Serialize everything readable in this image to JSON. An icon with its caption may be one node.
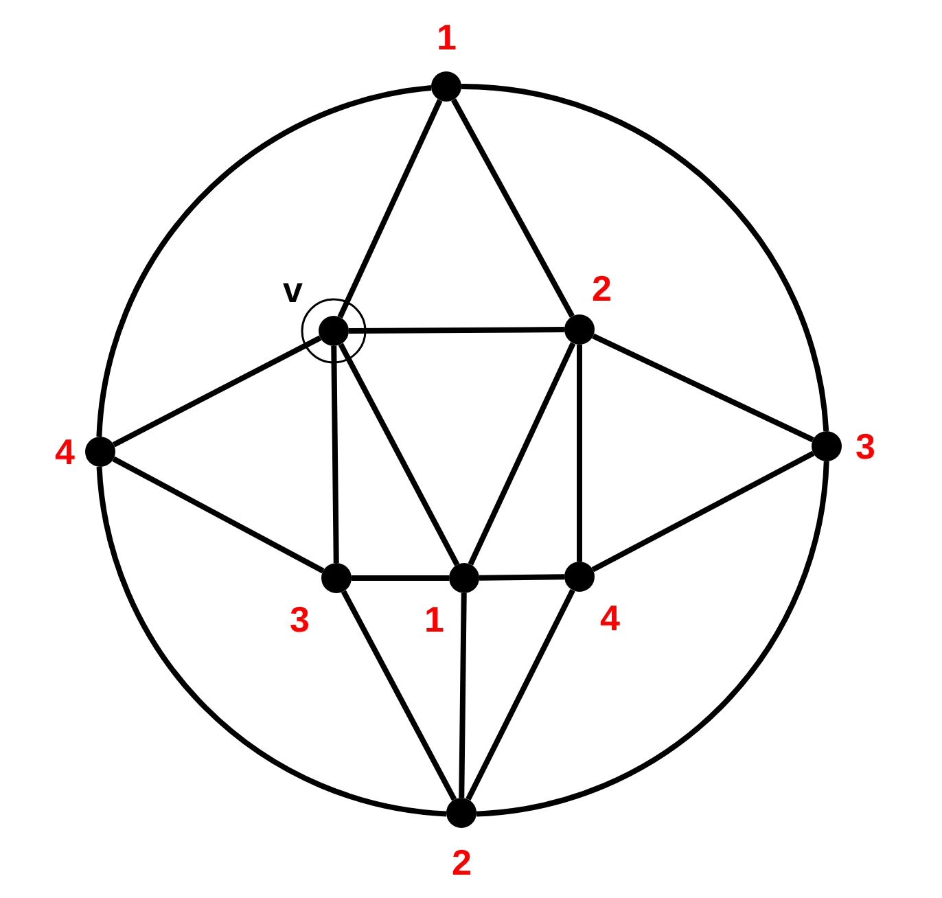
{
  "diagram": {
    "nodes": [
      {
        "text": [],
        "shape": "circle",
        "beside": [
          "1"
        ]
      },
      {
        "text": [],
        "shape": "circle",
        "beside": [
          "v"
        ]
      },
      {
        "text": [],
        "shape": "circle",
        "beside": [
          "2"
        ]
      },
      {
        "text": [],
        "shape": "circle",
        "beside": [
          "4"
        ]
      },
      {
        "text": [],
        "shape": "circle",
        "beside": [
          "3"
        ]
      },
      {
        "text": [],
        "shape": "circle",
        "beside": [
          "3"
        ]
      },
      {
        "text": [],
        "shape": "circle",
        "beside": [
          "1"
        ]
      },
      {
        "text": [],
        "shape": "circle",
        "beside": [
          "4"
        ]
      },
      {
        "text": [],
        "shape": "circle",
        "beside": [
          "2"
        ]
      }
    ],
    "edges": [
      {
        "from": 0,
        "to": 1,
        "arrow": "none"
      },
      {
        "from": 0,
        "to": 2,
        "arrow": "none"
      },
      {
        "from": 1,
        "to": 2,
        "arrow": "none"
      },
      {
        "from": 1,
        "to": 3,
        "arrow": "none"
      },
      {
        "from": 1,
        "to": 5,
        "arrow": "none"
      },
      {
        "from": 1,
        "to": 6,
        "arrow": "none"
      },
      {
        "from": 2,
        "to": 4,
        "arrow": "none"
      },
      {
        "from": 2,
        "to": 7,
        "arrow": "none"
      },
      {
        "from": 2,
        "to": 6,
        "arrow": "none"
      },
      {
        "from": 3,
        "to": 5,
        "arrow": "none"
      },
      {
        "from": 5,
        "to": 6,
        "arrow": "none"
      },
      {
        "from": 6,
        "to": 7,
        "arrow": "none"
      },
      {
        "from": 7,
        "to": 4,
        "arrow": "none"
      },
      {
        "from": 5,
        "to": 8,
        "arrow": "none"
      },
      {
        "from": 6,
        "to": 8,
        "arrow": "none"
      },
      {
        "from": 7,
        "to": 8,
        "arrow": "none"
      },
      {
        "from": 0,
        "to": 4,
        "arrow": "none"
      },
      {
        "from": 4,
        "to": 8,
        "arrow": "none"
      },
      {
        "from": 8,
        "to": 3,
        "arrow": "none"
      },
      {
        "from": 3,
        "to": 0,
        "arrow": "none"
      }
    ]
  }
}
